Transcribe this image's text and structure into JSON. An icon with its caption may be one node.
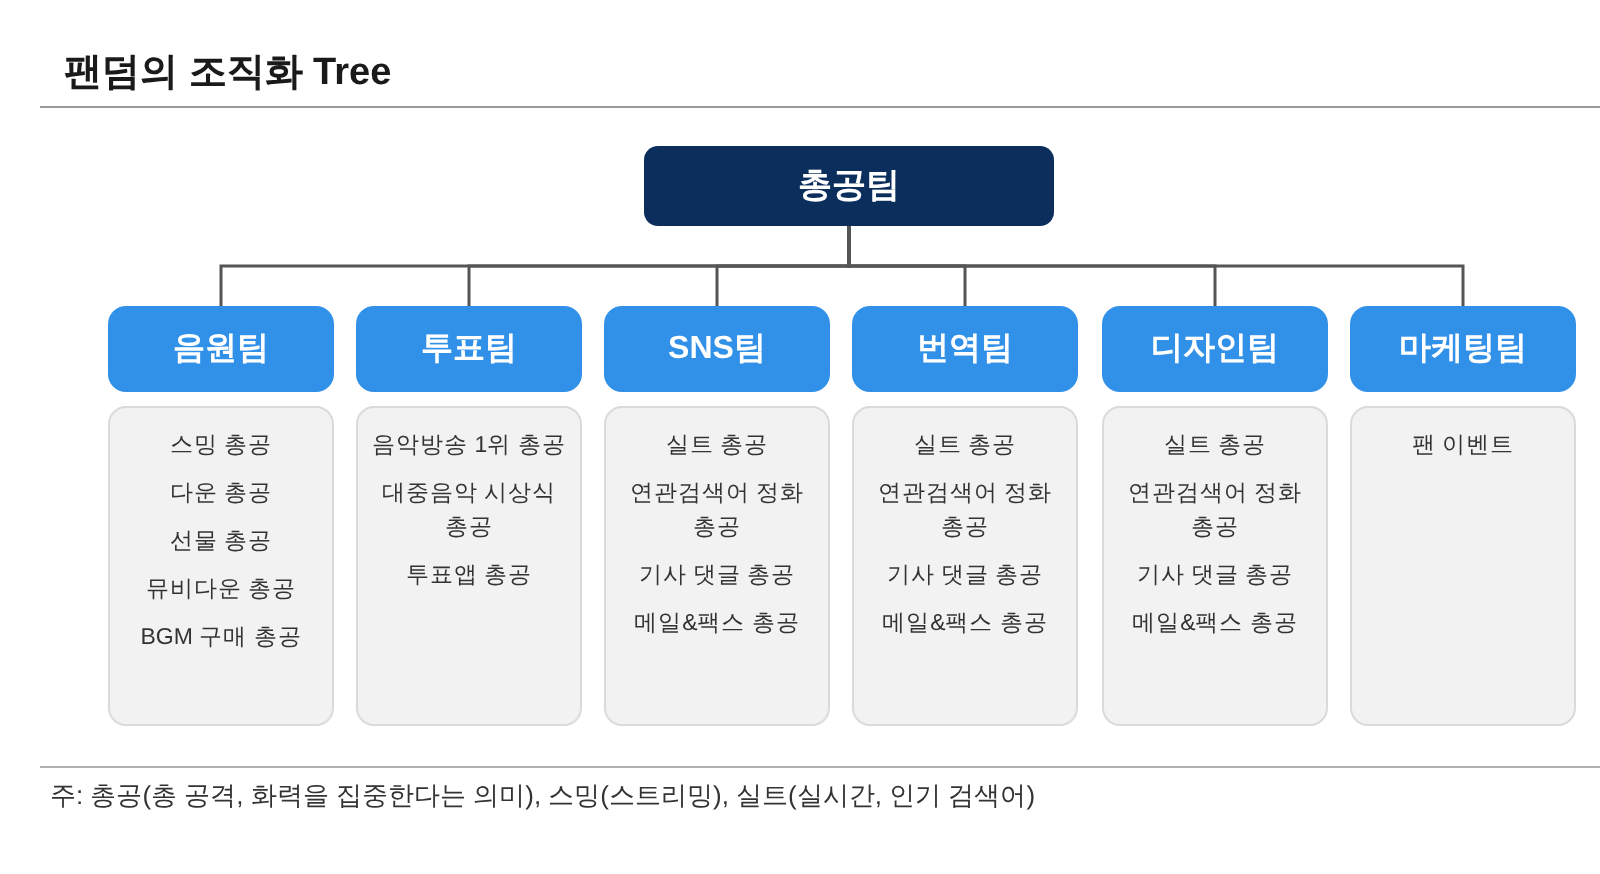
{
  "diagram": {
    "title": "팬덤의 조직화 Tree",
    "nodes": [
      {
        "text": [
          "총공팀"
        ]
      },
      {
        "text": [
          "음원팀"
        ]
      },
      {
        "text": [
          "투표팀"
        ]
      },
      {
        "text": [
          "SNS팀"
        ]
      },
      {
        "text": [
          "번역팀"
        ]
      },
      {
        "text": [
          "디자인팀"
        ]
      },
      {
        "text": [
          "마케팅팀"
        ]
      },
      {
        "text": [
          "스밍 총공",
          "다운 총공",
          "선물 총공",
          "뮤비다운 총공",
          "BGM 구매 총공"
        ]
      },
      {
        "text": [
          "음악방송 1위 총공",
          "대중음악 시상식 총공",
          "투표앱 총공"
        ]
      },
      {
        "text": [
          "실트 총공",
          "연관검색어 정화 총공",
          "기사 댓글 총공",
          "메일&팩스 총공"
        ]
      },
      {
        "text": [
          "실트 총공",
          "연관검색어 정화 총공",
          "기사 댓글 총공",
          "메일&팩스 총공"
        ]
      },
      {
        "text": [
          "실트 총공",
          "연관검색어 정화 총공",
          "기사 댓글 총공",
          "메일&팩스 총공"
        ]
      },
      {
        "text": [
          "팬 이벤트"
        ]
      }
    ],
    "edges": [
      {
        "from": 0,
        "to": 1,
        "arrow": "none"
      },
      {
        "from": 0,
        "to": 2,
        "arrow": "none"
      },
      {
        "from": 0,
        "to": 3,
        "arrow": "none"
      },
      {
        "from": 0,
        "to": 4,
        "arrow": "none"
      },
      {
        "from": 0,
        "to": 5,
        "arrow": "none"
      },
      {
        "from": 0,
        "to": 6,
        "arrow": "none"
      }
    ],
    "caption": "주: 총공(총 공격, 화력을 집중한다는 의미), 스밍(스트리밍), 실트(실시간, 인기 검색어)"
  }
}
